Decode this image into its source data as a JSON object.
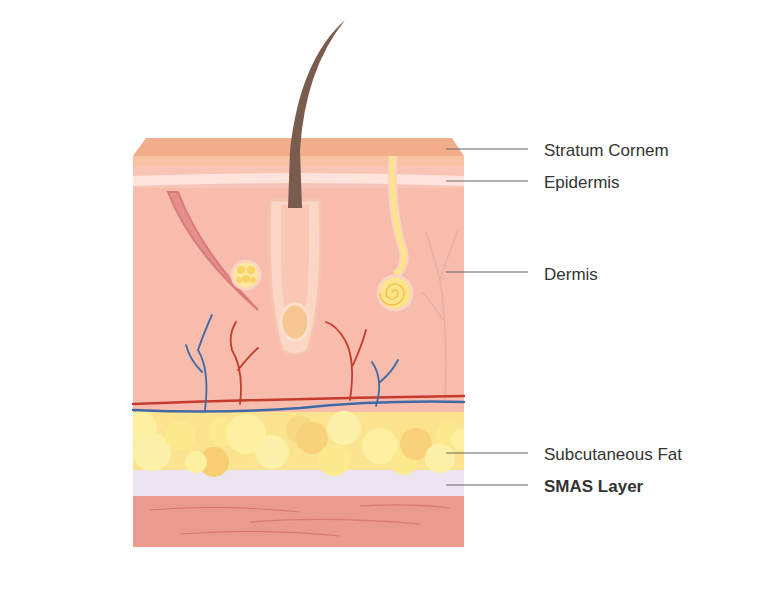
{
  "diagram": {
    "labels": [
      "Stratum Cornem",
      "Epidermis",
      "Dermis",
      "Subcutaneous Fat",
      "SMAS Layer"
    ]
  }
}
